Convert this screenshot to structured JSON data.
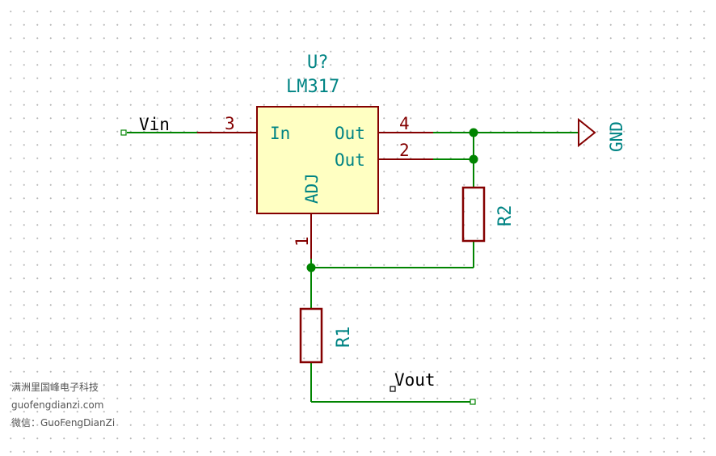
{
  "component": {
    "reference": "U?",
    "value": "LM317",
    "pins": [
      {
        "number": "3",
        "name": "In"
      },
      {
        "number": "4",
        "name": "Out"
      },
      {
        "number": "2",
        "name": "Out"
      },
      {
        "number": "1",
        "name": "ADJ"
      }
    ]
  },
  "resistors": [
    {
      "reference": "R1"
    },
    {
      "reference": "R2"
    }
  ],
  "nets": {
    "vin": "Vin",
    "vout": "Vout",
    "gnd": "GND"
  },
  "watermark": {
    "line1": "满洲里国峰电子科技",
    "line2": "guofengdianzi.com",
    "line3": "微信：GuoFengDianZi"
  },
  "colors": {
    "wire": "#008400",
    "component_outline": "#840000",
    "component_fill": "#ffffc2",
    "label_teal": "#008484"
  }
}
